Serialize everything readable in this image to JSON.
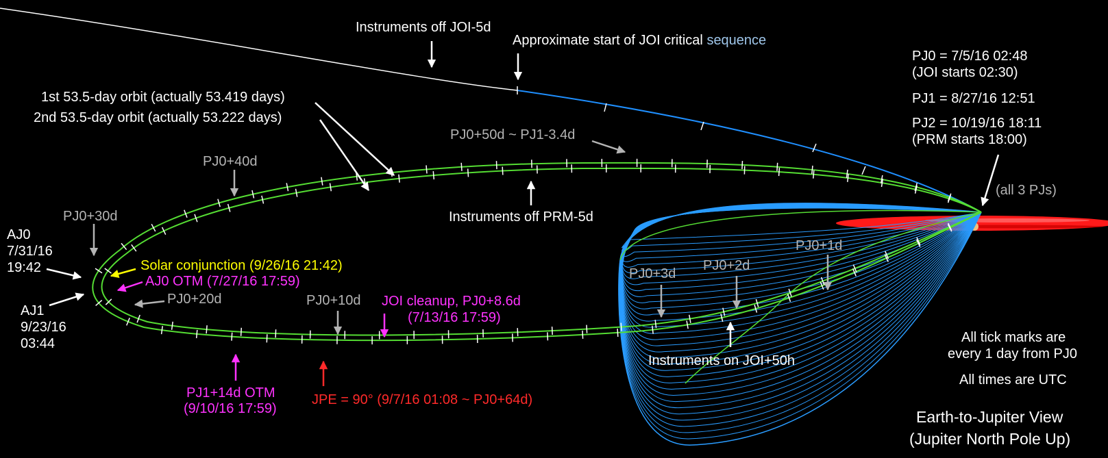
{
  "colors": {
    "background": "#000000",
    "approach_trajectory": "#ffffff",
    "critical_sequence": "#1f8fff",
    "capture_orbits": "#55dd33",
    "pj0_orbit_lines": "#2a9cff",
    "jupiter": "#ff1a1a",
    "label_white": "#ffffff",
    "label_gray": "#b4b4b4",
    "label_yellow": "#ffff00",
    "label_magenta": "#ff33ff",
    "label_red": "#ff2a2a",
    "label_light_blue": "#9fc6ea"
  },
  "labels": {
    "instruments_off_joi": "Instruments off JOI-5d",
    "joi_critical_prefix": "Approximate start of JOI critical",
    "joi_critical_suffix": "sequence",
    "orbit_1": "1st 53.5-day orbit (actually 53.419 days)",
    "orbit_2": "2nd 53.5-day orbit (actually 53.222 days)",
    "pj0_50d": "PJ0+50d ~ PJ1-3.4d",
    "pj0_40d": "PJ0+40d",
    "pj0_30d": "PJ0+30d",
    "pj0_20d": "PJ0+20d",
    "pj0_10d": "PJ0+10d",
    "pj0_3d": "PJ0+3d",
    "pj0_2d": "PJ0+2d",
    "pj0_1d": "PJ0+1d",
    "instruments_off_prm": "Instruments off PRM-5d",
    "instruments_on_joi": "Instruments on JOI+50h",
    "aj0": [
      "AJ0",
      "7/31/16",
      "19:42"
    ],
    "aj1": [
      "AJ1",
      "9/23/16",
      "03:44"
    ],
    "solar_conjunction": "Solar conjunction (9/26/16 21:42)",
    "aj0_otm": "AJ0 OTM (7/27/16 17:59)",
    "joi_cleanup_1": "JOI cleanup, PJ0+8.6d",
    "joi_cleanup_2": "(7/13/16 17:59)",
    "pj1_otm_1": "PJ1+14d OTM",
    "pj1_otm_2": "(9/10/16 17:59)",
    "jpe": "JPE = 90° (9/7/16 01:08 ~ PJ0+64d)",
    "pj0_time": "PJ0 = 7/5/16 02:48",
    "joi_start": "(JOI starts 02:30)",
    "pj1_time": "PJ1 = 8/27/16 12:51",
    "pj2_time": "PJ2 = 10/19/16 18:11",
    "prm_start": "(PRM starts 18:00)",
    "all_pjs": "(all 3 PJs)",
    "tick_note_1": "All tick marks are",
    "tick_note_2": "every 1 day from PJ0",
    "utc_note": "All times are UTC",
    "view_1": "Earth-to-Jupiter View",
    "view_2": "(Jupiter North Pole Up)"
  }
}
